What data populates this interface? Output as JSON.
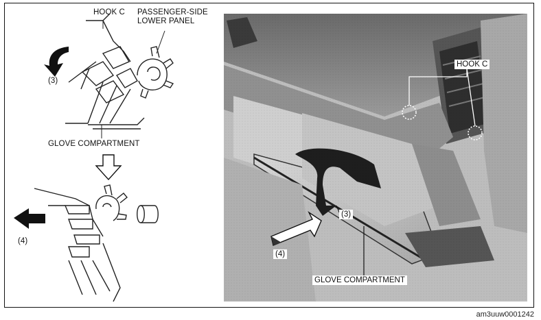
{
  "left_diagram": {
    "hook_label": "HOOK C",
    "panel_label_line1": "PASSENGER-SIDE",
    "panel_label_line2": "LOWER PANEL",
    "step3_label": "(3)",
    "glove_label": "GLOVE COMPARTMENT",
    "step4_label": "(4)"
  },
  "photo": {
    "hook_label": "HOOK C",
    "step3_label": "(3)",
    "step4_label": "(4)",
    "glove_label": "GLOVE COMPARTMENT"
  },
  "reference_code": "am3uuw0001242"
}
